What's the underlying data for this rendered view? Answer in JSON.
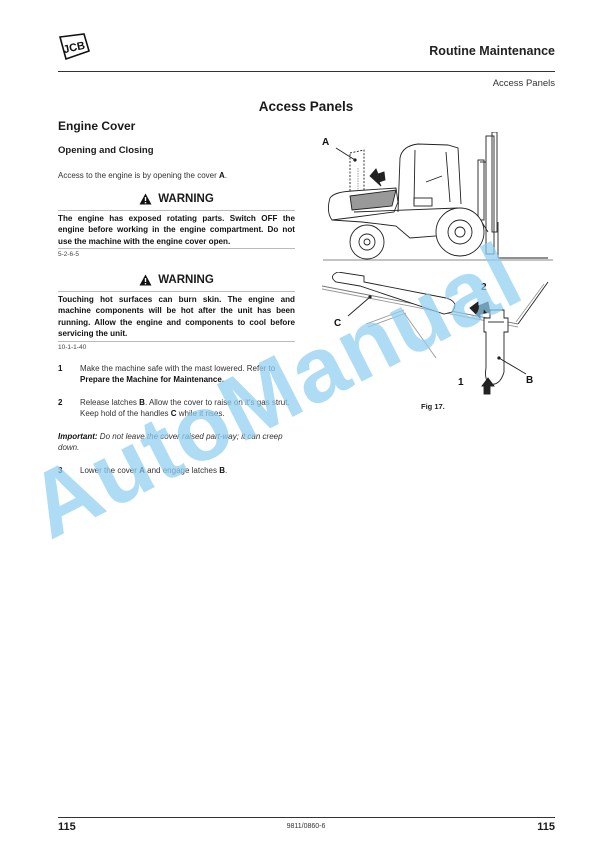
{
  "header": {
    "logo_text": "JCB",
    "section_title": "Routine Maintenance",
    "subsection": "Access Panels"
  },
  "page_title": "Access Panels",
  "content": {
    "heading": "Engine Cover",
    "subheading": "Opening and Closing",
    "intro": {
      "text": "Access to the engine is by opening the cover ",
      "bold": "A",
      "end": "."
    },
    "warnings": [
      {
        "icon": "warning-triangle-icon",
        "label": "WARNING",
        "body": "The engine has exposed rotating parts. Switch OFF the engine before working in the engine compartment. Do not use the machine with the engine cover open.",
        "ref": "5-2-6-5"
      },
      {
        "icon": "warning-triangle-icon",
        "label": "WARNING",
        "body": "Touching hot surfaces can burn skin. The engine and machine components will be hot after the unit has been running. Allow the engine and components to cool before servicing the unit.",
        "ref": "10-1-1-40"
      }
    ],
    "steps": [
      {
        "num": "1",
        "t1": "Make the machine safe with the mast lowered. Refer to ",
        "b1": "Prepare the Machine for Maintenance.",
        "t2": "",
        "b2": "",
        "t3": ""
      },
      {
        "num": "2",
        "t1": "Release latches ",
        "b1": "B",
        "t2": ". Allow the cover to raise on it's gas strut. Keep hold of the handles ",
        "b2": "C",
        "t3": " while it rises."
      }
    ],
    "important": {
      "label": "Important:",
      "text": " Do not leave the cover raised part-way; it can creep down."
    },
    "step3": {
      "num": "3",
      "t1": "Lower the cover ",
      "b1": "A",
      "t2": " and engage latches ",
      "b2": "B",
      "t3": "."
    }
  },
  "figure": {
    "top_labels": {
      "a": "A"
    },
    "bottom_labels": {
      "c": "C",
      "b": "B",
      "one": "1",
      "two": "2"
    },
    "caption": "Fig 17."
  },
  "footer": {
    "page_left": "115",
    "doc_code": "9811/0860-6",
    "page_right": "115"
  },
  "watermark": "AutoManual"
}
